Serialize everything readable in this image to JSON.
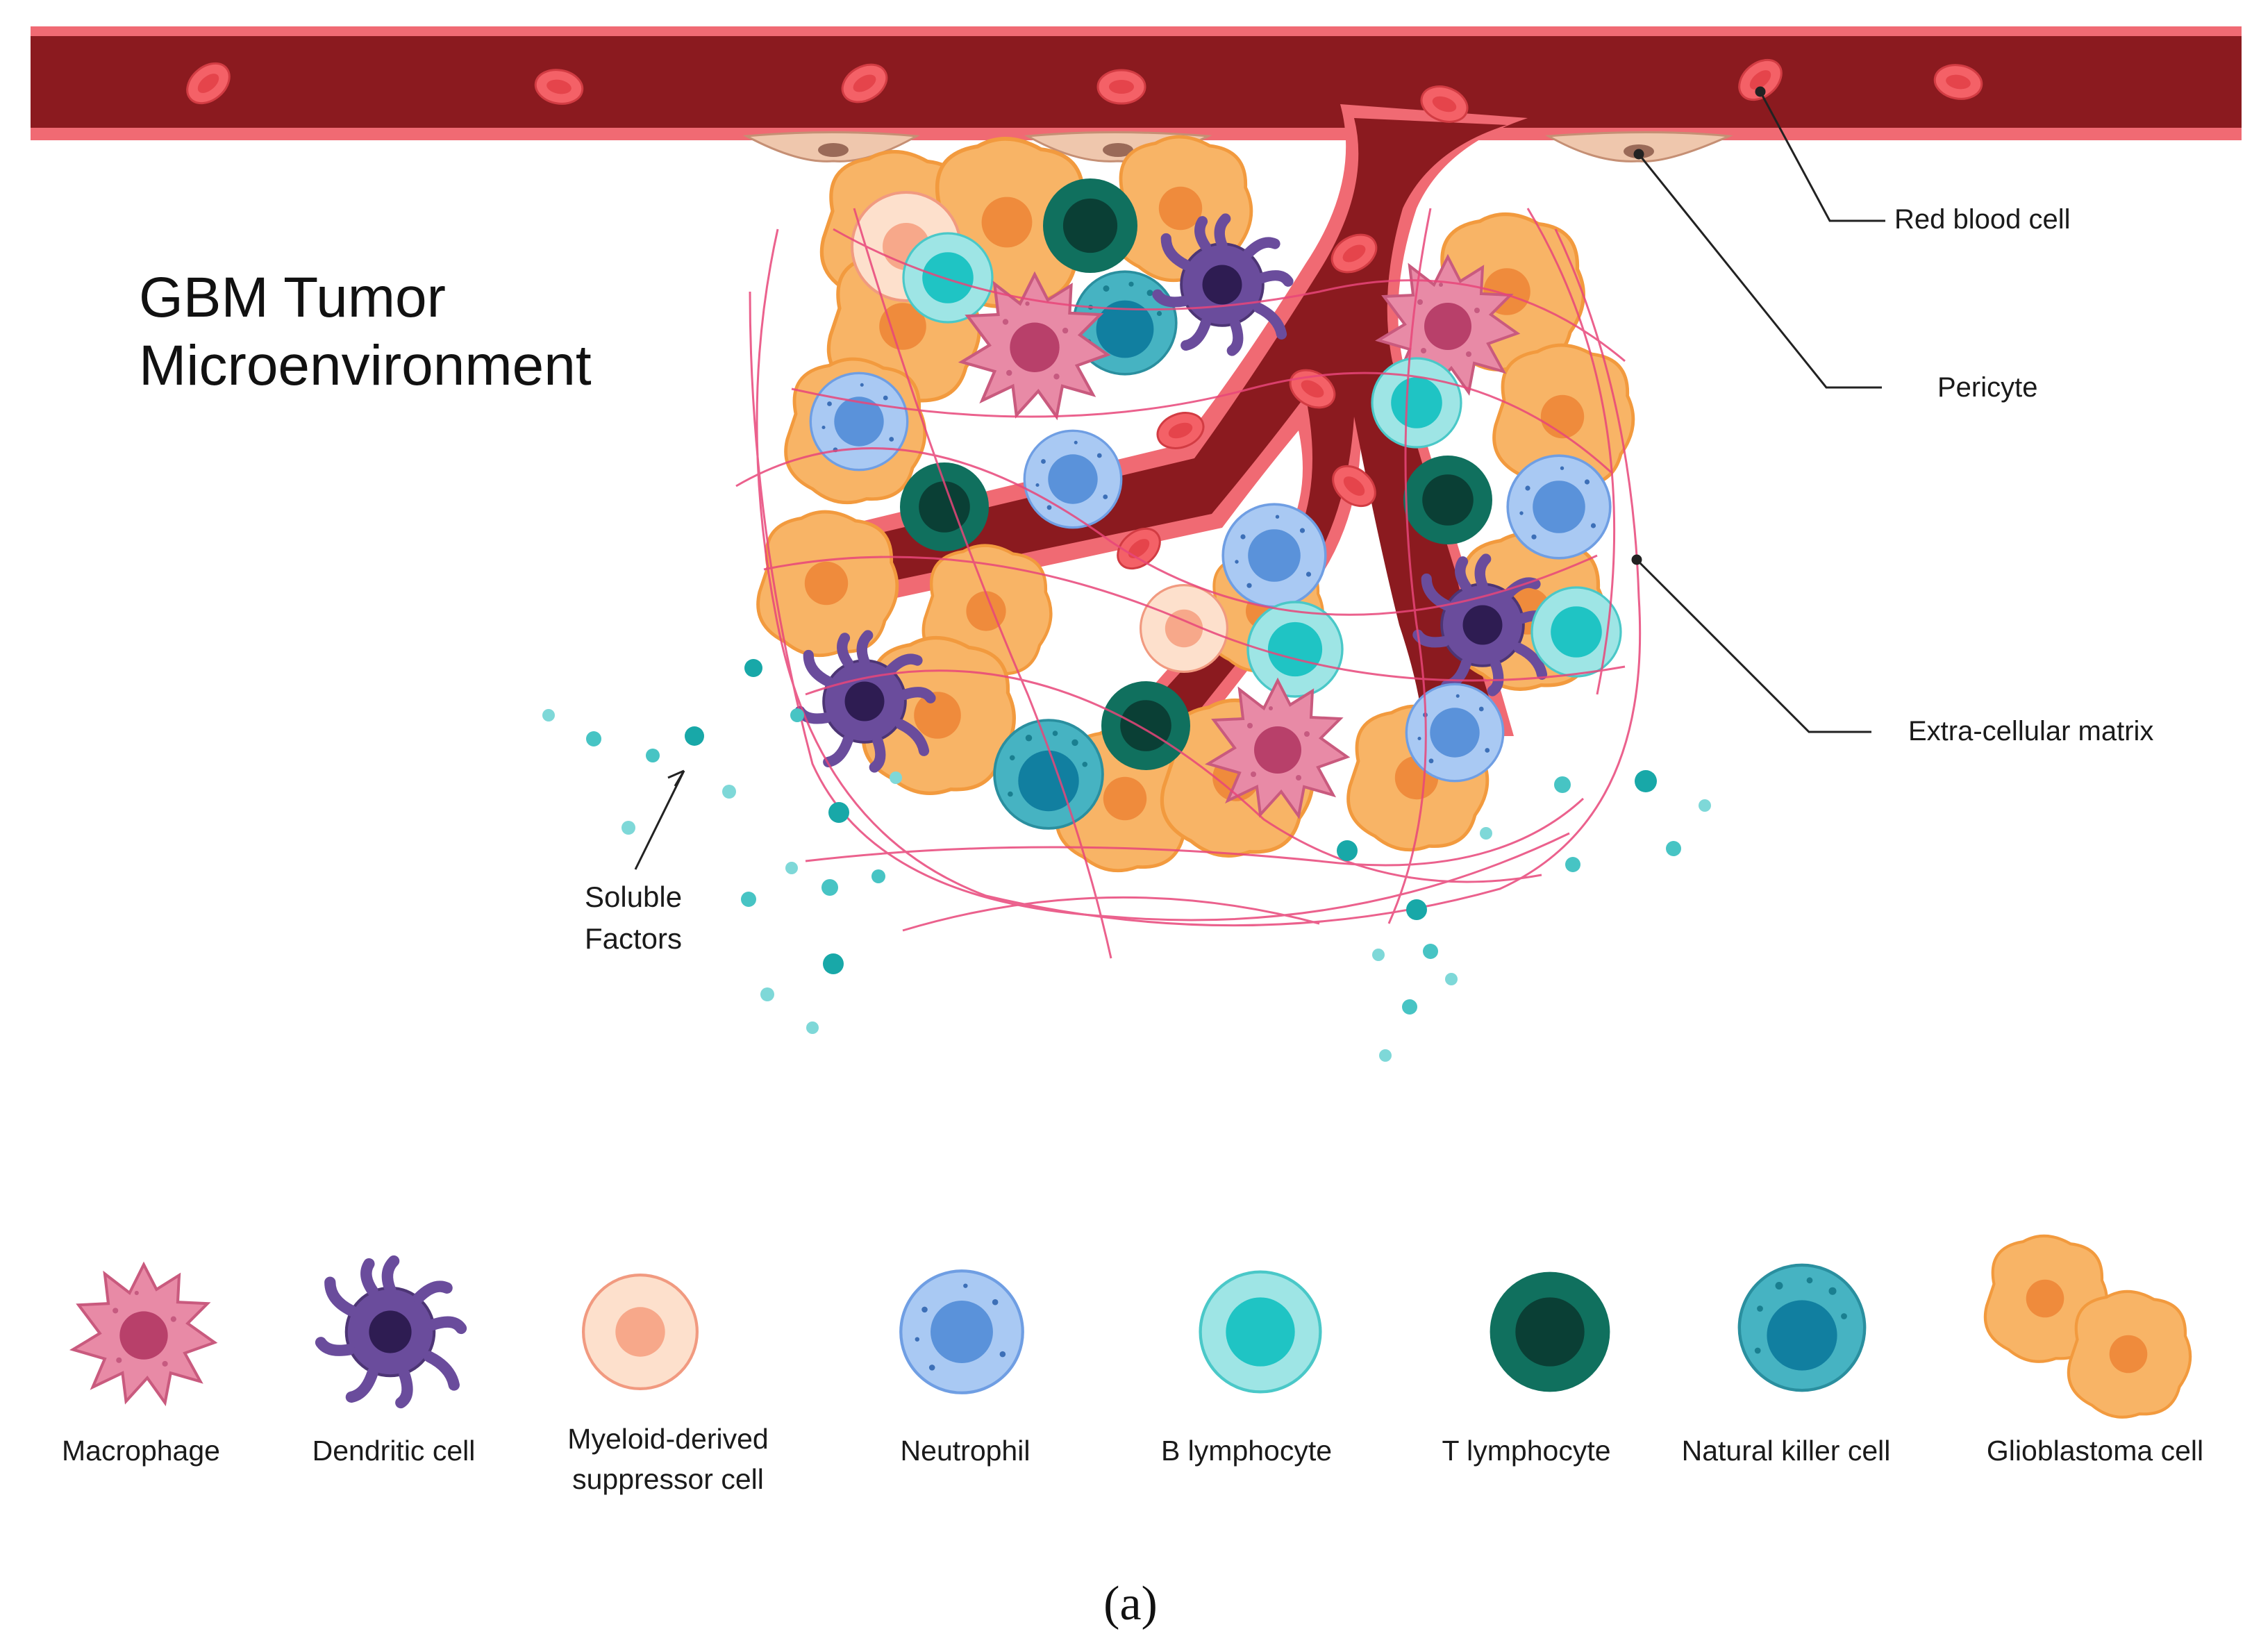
{
  "figure": {
    "title_line1": "GBM Tumor",
    "title_line2": "Microenvironment",
    "caption": "(a)"
  },
  "callouts": {
    "red_blood_cell": "Red blood cell",
    "pericyte": "Pericyte",
    "extracellular_matrix": "Extra-cellular matrix",
    "soluble_factors_line1": "Soluble",
    "soluble_factors_line2": "Factors"
  },
  "legend": {
    "items": [
      {
        "label": "Macrophage",
        "icon": "macrophage-icon"
      },
      {
        "label": "Dendritic cell",
        "icon": "dendritic-cell-icon"
      },
      {
        "label_line1": "Myeloid-derived",
        "label_line2": "suppressor cell",
        "icon": "mdsc-icon"
      },
      {
        "label": "Neutrophil",
        "icon": "neutrophil-icon"
      },
      {
        "label": "B lymphocyte",
        "icon": "b-lymphocyte-icon"
      },
      {
        "label": "T lymphocyte",
        "icon": "t-lymphocyte-icon"
      },
      {
        "label": "Natural killer cell",
        "icon": "nk-cell-icon"
      },
      {
        "label": "Glioblastoma cell",
        "icon": "glioblastoma-cell-icon"
      }
    ]
  },
  "colors": {
    "vessel": "#8b1a1f",
    "vessel_wall": "#f06a73",
    "rbc": "#f05a5e",
    "pericyte": "#e8b8a0",
    "ecm": "#e8467a",
    "soluble": "#18b0b0",
    "macrophage": "#e27a98",
    "dendritic": "#5c3f8c",
    "mdsc": "#fbc9ab",
    "neutrophil": "#8fb6ee",
    "b_lymph": "#56d4d4",
    "t_lymph": "#0e6b5a",
    "nk": "#2a9fb2",
    "gbm": "#f6a954"
  }
}
